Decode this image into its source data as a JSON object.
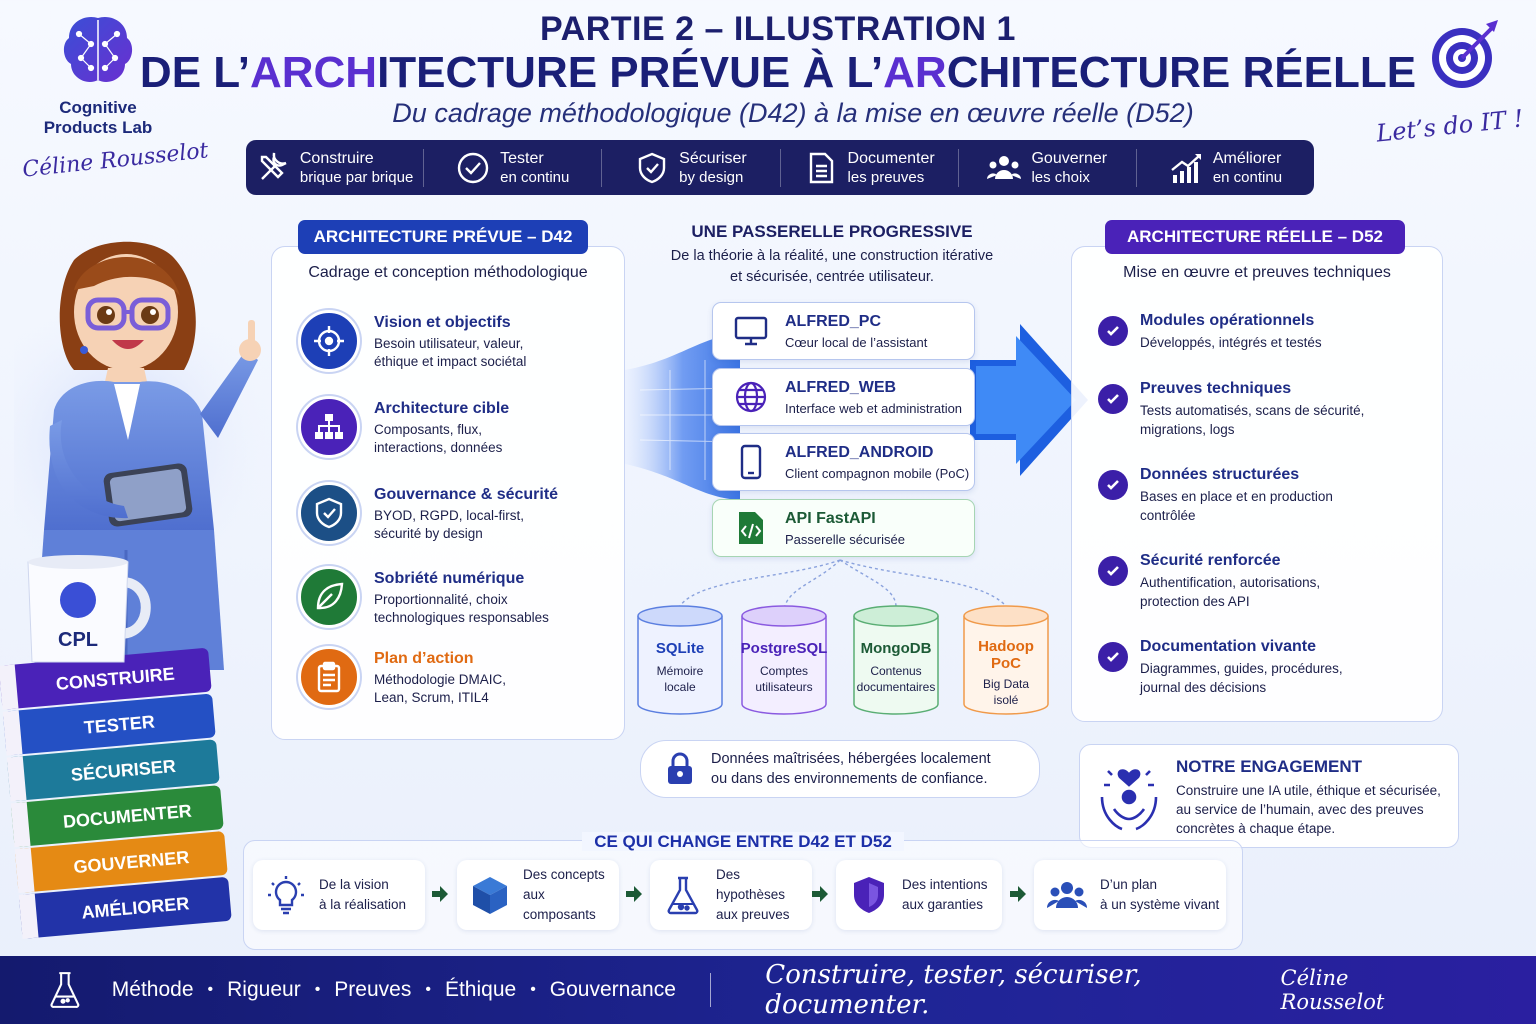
{
  "brand": {
    "logo_label": "Cognitive\nProducts Lab",
    "logo_line1": "Cognitive",
    "logo_line2": "Products Lab",
    "signature": "Céline Rousselot",
    "tagline": "Let’s do IT !",
    "mug_label": "CPL"
  },
  "header": {
    "title_line1": "PARTIE 2 – ILLUSTRATION 1",
    "title_line2_a": "DE L’",
    "title_line2_b": "ARCH",
    "title_line2_c": "ITECTURE PRÉVUE À L’",
    "title_line2_d": "AR",
    "title_line2_e": "CHITECTURE RÉELLE",
    "subtitle": "Du cadrage méthodologique (D42) à la mise en œuvre réelle (D52)"
  },
  "pillbar": [
    {
      "icon": "tools-icon",
      "t1": "Construire",
      "t2": "brique par brique"
    },
    {
      "icon": "check-circle-icon",
      "t1": "Tester",
      "t2": "en continu"
    },
    {
      "icon": "shield-icon",
      "t1": "Sécuriser",
      "t2": "by design"
    },
    {
      "icon": "document-icon",
      "t1": "Documenter",
      "t2": "les preuves"
    },
    {
      "icon": "people-icon",
      "t1": "Gouverner",
      "t2": "les choix"
    },
    {
      "icon": "growth-chart-icon",
      "t1": "Améliorer",
      "t2": "en continu"
    }
  ],
  "books": [
    "CONSTRUIRE",
    "TESTER",
    "SÉCURISER",
    "DOCUMENTER",
    "GOUVERNER",
    "AMÉLIORER"
  ],
  "left_panel": {
    "tag": "ARCHITECTURE PRÉVUE – D42",
    "subtitle": "Cadrage et conception méthodologique",
    "items": [
      {
        "icon": "crosshair-icon",
        "title": "Vision et objectifs",
        "desc1": "Besoin utilisateur, valeur,",
        "desc2": "éthique et impact sociétal",
        "color": "#1d3fb6"
      },
      {
        "icon": "hierarchy-icon",
        "title": "Architecture cible",
        "desc1": "Composants, flux,",
        "desc2": "interactions, données",
        "color": "#4a22b8"
      },
      {
        "icon": "shield-check-icon",
        "title": "Gouvernance & sécurité",
        "desc1": "BYOD, RGPD, local-first,",
        "desc2": "sécurité by design",
        "color": "#1c4f86"
      },
      {
        "icon": "leaf-icon",
        "title": "Sobriété numérique",
        "desc1": "Proportionnalité, choix",
        "desc2": "technologiques responsables",
        "color": "#1f7a37"
      },
      {
        "icon": "clipboard-icon",
        "title": "Plan d’action",
        "desc1": "Méthodologie DMAIC,",
        "desc2": "Lean, Scrum, ITIL4",
        "color": "#e06a12"
      }
    ]
  },
  "center": {
    "title": "UNE PASSERELLE PROGRESSIVE",
    "sub1": "De la théorie à la réalité, une construction itérative",
    "sub2": "et sécurisée, centrée utilisateur.",
    "cards": [
      {
        "icon": "monitor-icon",
        "title": "ALFRED_PC",
        "desc": "Cœur local de l’assistant"
      },
      {
        "icon": "globe-icon",
        "title": "ALFRED_WEB",
        "desc": "Interface web et administration"
      },
      {
        "icon": "smartphone-icon",
        "title": "ALFRED_ANDROID",
        "desc": "Client compagnon mobile (PoC)"
      },
      {
        "icon": "code-file-icon",
        "title": "API FastAPI",
        "desc": "Passerelle sécurisée"
      }
    ],
    "databases": [
      {
        "name": "SQLite",
        "d1": "Mémoire",
        "d2": "locale",
        "color": "#1d3fb6"
      },
      {
        "name": "PostgreSQL",
        "d1": "Comptes",
        "d2": "utilisateurs",
        "color": "#4a22b8"
      },
      {
        "name": "MongoDB",
        "d1": "Contenus",
        "d2": "documentaires",
        "color": "#1c5a36"
      },
      {
        "name": "Hadoop",
        "name2": "PoC",
        "d1": "Big Data",
        "d2": "isolé",
        "color": "#e06a12"
      }
    ],
    "secure1": "Données maîtrisées, hébergées localement",
    "secure2": "ou dans des environnements de confiance."
  },
  "right_panel": {
    "tag": "ARCHITECTURE RÉELLE – D52",
    "subtitle": "Mise en œuvre et preuves techniques",
    "items": [
      {
        "title": "Modules opérationnels",
        "desc1": "Développés, intégrés et testés",
        "desc2": ""
      },
      {
        "title": "Preuves techniques",
        "desc1": "Tests automatisés, scans de sécurité,",
        "desc2": "migrations, logs"
      },
      {
        "title": "Données structurées",
        "desc1": "Bases en place et en production",
        "desc2": "contrôlée"
      },
      {
        "title": "Sécurité renforcée",
        "desc1": "Authentification, autorisations,",
        "desc2": "protection des API"
      },
      {
        "title": "Documentation vivante",
        "desc1": "Diagrammes, guides, procédures,",
        "desc2": "journal des décisions"
      }
    ]
  },
  "engagement": {
    "title": "NOTRE ENGAGEMENT",
    "d1": "Construire une IA utile, éthique et sécurisée,",
    "d2": "au service de l’humain, avec des preuves",
    "d3": "concrètes à chaque étape."
  },
  "change": {
    "title": "CE QUI CHANGE ENTRE D42 ET D52",
    "steps": [
      {
        "icon": "lightbulb-icon",
        "t1": "De la vision",
        "t2": "à la réalisation"
      },
      {
        "icon": "cube-icon",
        "t1": "Des concepts",
        "t2": "aux composants"
      },
      {
        "icon": "flask-icon",
        "t1": "Des hypothèses",
        "t2": "aux preuves"
      },
      {
        "icon": "shield-icon",
        "t1": "Des intentions",
        "t2": "aux garanties"
      },
      {
        "icon": "team-icon",
        "t1": "D’un plan",
        "t2": "à un système vivant"
      }
    ]
  },
  "footer": {
    "values": [
      "Méthode",
      "Rigueur",
      "Preuves",
      "Éthique",
      "Gouvernance"
    ],
    "motto": "Construire, tester, sécuriser, documenter.",
    "signature": "Céline Rousselot"
  },
  "colors": {
    "navy": "#1c1f63",
    "blue": "#1d3fb6",
    "violet": "#4a22b8",
    "green": "#1f7a37",
    "orange": "#e06a12"
  }
}
